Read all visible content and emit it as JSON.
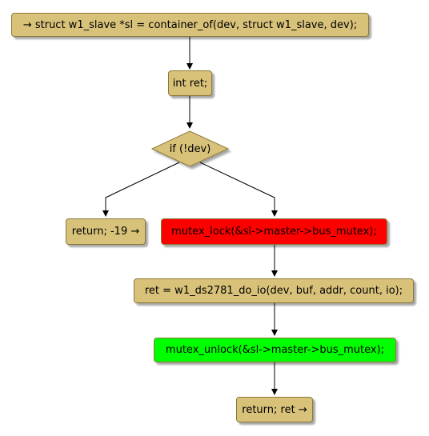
{
  "flowchart": {
    "colors": {
      "default_fill": "#d8c27a",
      "lock_fill": "#ff0000",
      "unlock_fill": "#00ff00",
      "border": "#8a7a3a",
      "edge": "#000000"
    },
    "nodes": {
      "start": "→ struct w1_slave *sl = container_of(dev, struct w1_slave, dev);",
      "decl_ret": "int ret;",
      "cond": "if (!dev)",
      "return_err": "return; -19 →",
      "lock": "mutex_lock(&sl->master->bus_mutex);",
      "do_io": "ret = w1_ds2781_do_io(dev, buf, addr, count, io);",
      "unlock": "mutex_unlock(&sl->master->bus_mutex);",
      "return_ret": "return; ret →"
    }
  }
}
